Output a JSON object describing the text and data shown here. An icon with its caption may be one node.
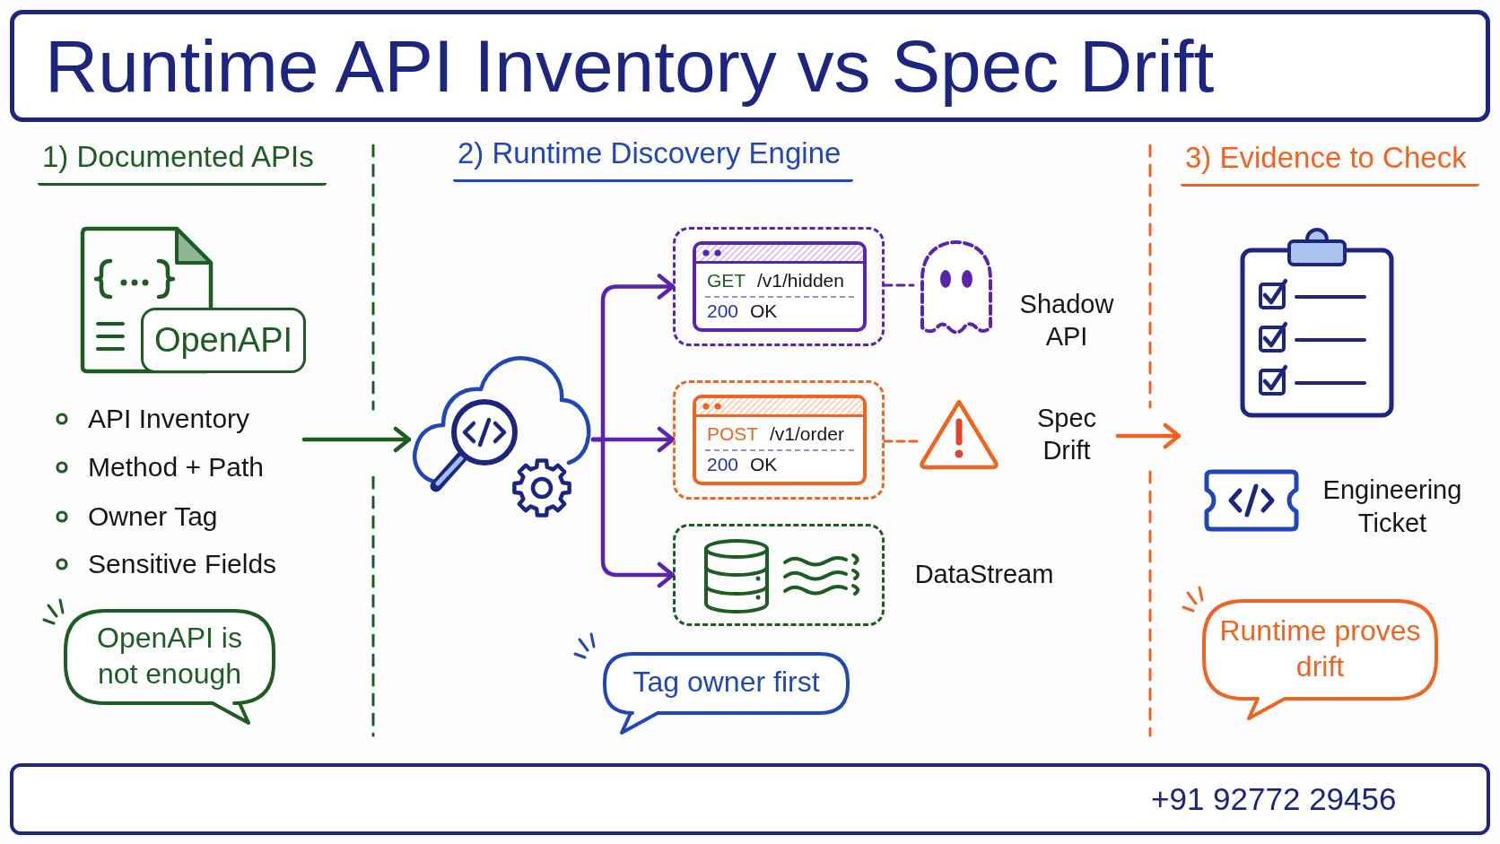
{
  "diagram": {
    "title": "Runtime API Inventory vs Spec Drift",
    "nodes": [
      {
        "text": [
          "OpenAPI"
        ]
      },
      {
        "text": [
          "OpenAPI is not enough"
        ]
      },
      {
        "text": [],
        "shape": "cloud"
      },
      {
        "text": [],
        "shape": "box"
      },
      {
        "text": [
          "GET /v1/hidden",
          "200 OK"
        ],
        "in": 3
      },
      {
        "text": [],
        "shape": "ghost",
        "beside": [
          "Shadow API"
        ]
      },
      {
        "text": [],
        "shape": "box"
      },
      {
        "text": [
          "POST /v1/order",
          "200 OK"
        ],
        "in": 6
      },
      {
        "text": [],
        "shape": "triangle"
      },
      {
        "text": [
          "Spec Drift"
        ]
      },
      {
        "text": [],
        "shape": "box",
        "beside": [
          "DataStream"
        ]
      },
      {
        "text": [
          "Tag owner first"
        ]
      },
      {
        "text": [
          "Runtime proves drift"
        ]
      }
    ],
    "edges": [
      {
        "from": null,
        "to": 2,
        "arrow": "to",
        "color": "#1d5c22"
      },
      {
        "from": 2,
        "to": 3,
        "arrow": "to"
      },
      {
        "from": 2,
        "to": 6,
        "arrow": "to"
      },
      {
        "from": 2,
        "to": 10,
        "arrow": "to"
      },
      {
        "from": 3,
        "to": 5,
        "arrow": "none",
        "style": "dashed"
      },
      {
        "from": 6,
        "to": 8,
        "arrow": "none",
        "style": "dashed",
        "color": "#ef6420"
      },
      {
        "from": 9,
        "to": null,
        "arrow": "to",
        "color": "#ef6420"
      }
    ],
    "labels": [
      "1) Documented APIs",
      "2) Runtime Discovery Engine",
      "3) Evidence to Check",
      "API Inventory",
      "Method + Path",
      "Owner Tag",
      "Sensitive Fields",
      "Engineering Ticket",
      "+91 92772 29456"
    ]
  }
}
